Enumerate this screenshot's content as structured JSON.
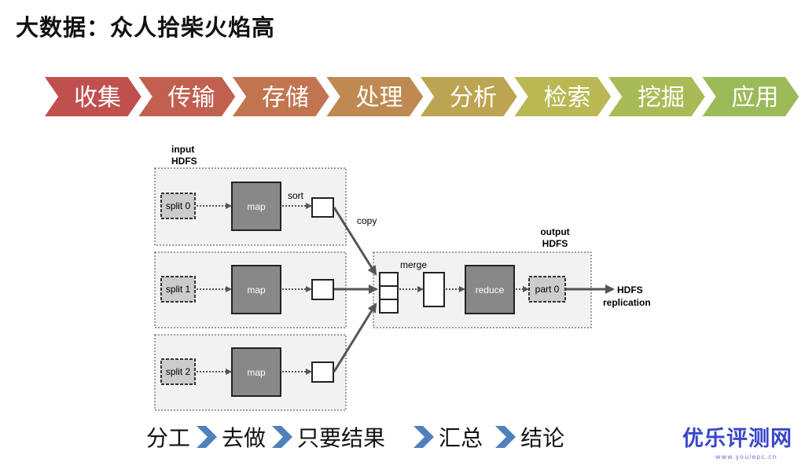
{
  "title": "大数据：众人拾柴火焰高",
  "steps": [
    {
      "label": "收集",
      "color": "#c0504d"
    },
    {
      "label": "传输",
      "color": "#c2604f"
    },
    {
      "label": "存储",
      "color": "#c07550"
    },
    {
      "label": "处理",
      "color": "#be8a51"
    },
    {
      "label": "分析",
      "color": "#bca452"
    },
    {
      "label": "检索",
      "color": "#bab853"
    },
    {
      "label": "挖掘",
      "color": "#a9bb56"
    },
    {
      "label": "应用",
      "color": "#9bbb59"
    }
  ],
  "diagram": {
    "input_label_1": "input",
    "input_label_2": "HDFS",
    "splits": [
      "split 0",
      "split 1",
      "split 2"
    ],
    "map": "map",
    "sort": "sort",
    "copy": "copy",
    "merge": "merge",
    "output_label_1": "output",
    "output_label_2": "HDFS",
    "reduce": "reduce",
    "part": "part 0",
    "replication_1": "HDFS",
    "replication_2": "replication"
  },
  "flow": {
    "items": [
      "分工",
      "去做",
      "只要结果",
      "汇总",
      "结论"
    ],
    "chevron_color": "#4f81bd",
    "chevron_icon": "chevron-right"
  },
  "logo": {
    "text": "优乐评测网",
    "sub": "www.youlepc.cn"
  }
}
